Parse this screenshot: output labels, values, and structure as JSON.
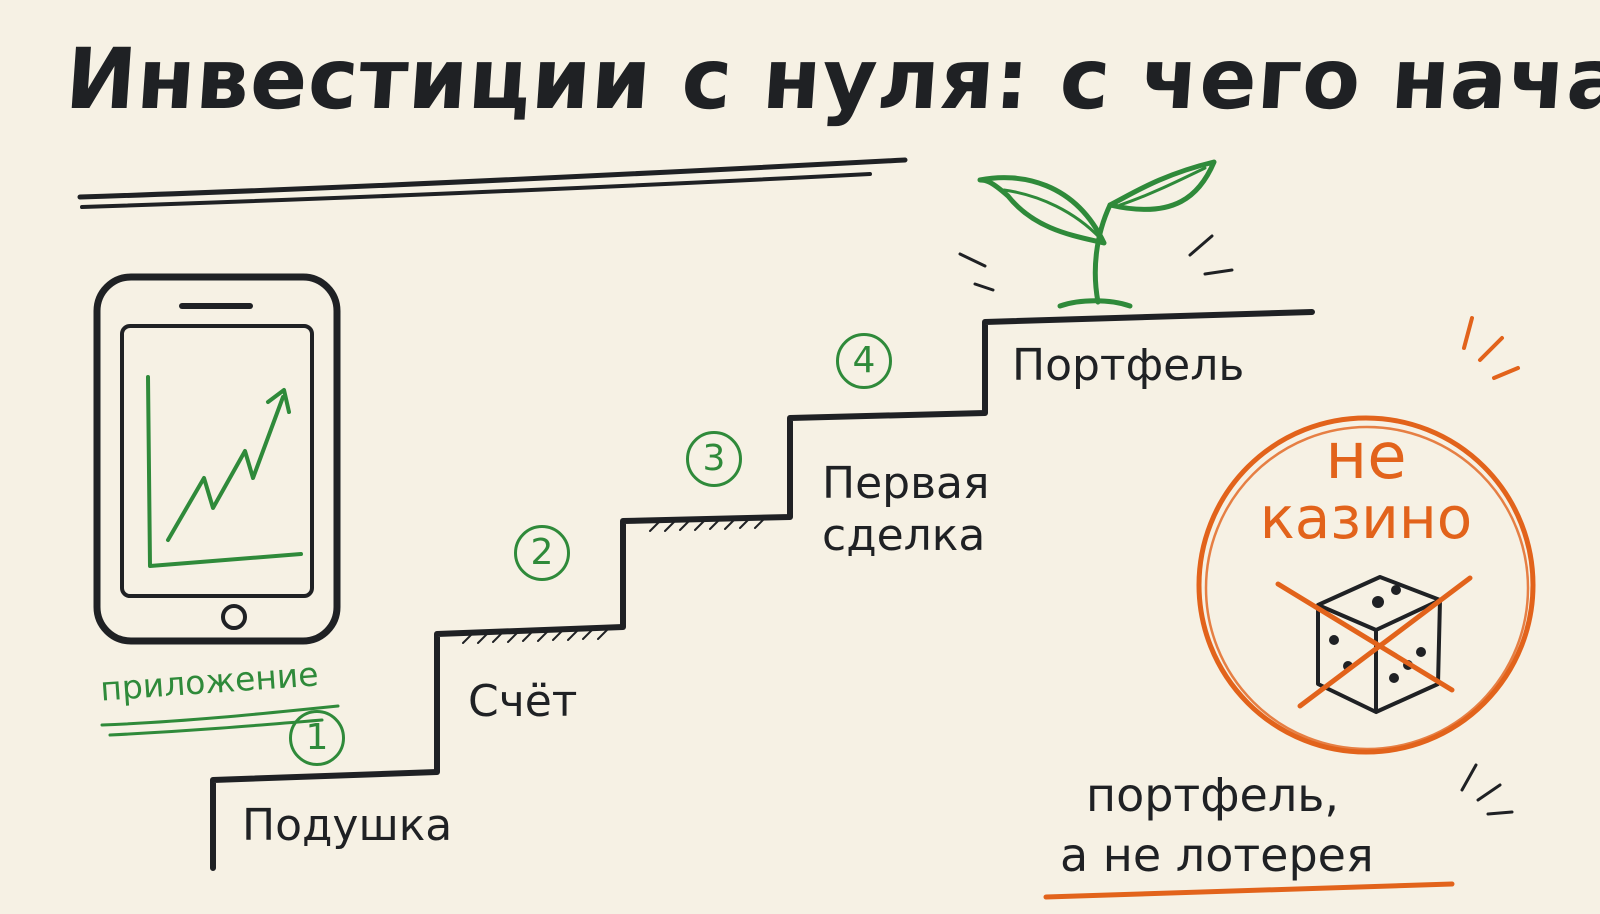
{
  "title": "Инвестиции с нуля: с чего начать",
  "phone": {
    "label": "приложение"
  },
  "steps": [
    {
      "number": "1",
      "label": "Подушка"
    },
    {
      "number": "2",
      "label": "Счёт"
    },
    {
      "number": "3",
      "label": "Первая сделка"
    },
    {
      "number": "4",
      "label": "Портфель"
    }
  ],
  "stamp": {
    "line1": "не",
    "line2": "казино"
  },
  "note": {
    "line1": "портфель,",
    "line2": "а не лотерея"
  },
  "colors": {
    "ink": "#1f2124",
    "green": "#2f8a3a",
    "orange": "#e2631b",
    "paper": "#f6f1e4"
  },
  "icons": [
    "smartphone-icon",
    "growth-chart-icon",
    "sprout-icon",
    "dice-icon",
    "cross-out-icon"
  ]
}
